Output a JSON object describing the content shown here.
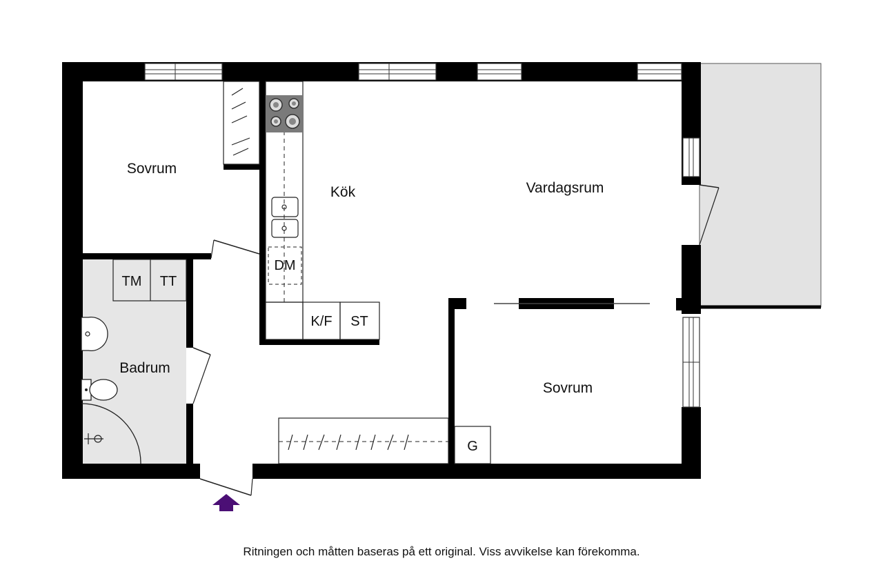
{
  "rooms": {
    "sovrum_top": "Sovrum",
    "kok": "Kök",
    "vardagsrum": "Vardagsrum",
    "badrum": "Badrum",
    "sovrum_bottom": "Sovrum"
  },
  "fixtures": {
    "tm": "TM",
    "tt": "TT",
    "dm": "DM",
    "kf": "K/F",
    "st": "ST",
    "g": "G"
  },
  "caption": "Ritningen och måtten baseras på ett original. Viss avvikelse kan förekomma.",
  "colors": {
    "wall": "#000000",
    "wet_area": "#e6e6e6",
    "balcony": "#e3e3e3",
    "entrance_arrow": "#4b0f75"
  },
  "icons": {
    "entrance": "entrance-arrow-icon",
    "stove": "stove-icon",
    "sink": "sink-icon",
    "toilet": "toilet-icon",
    "washbasin": "washbasin-icon",
    "shower": "shower-icon"
  }
}
